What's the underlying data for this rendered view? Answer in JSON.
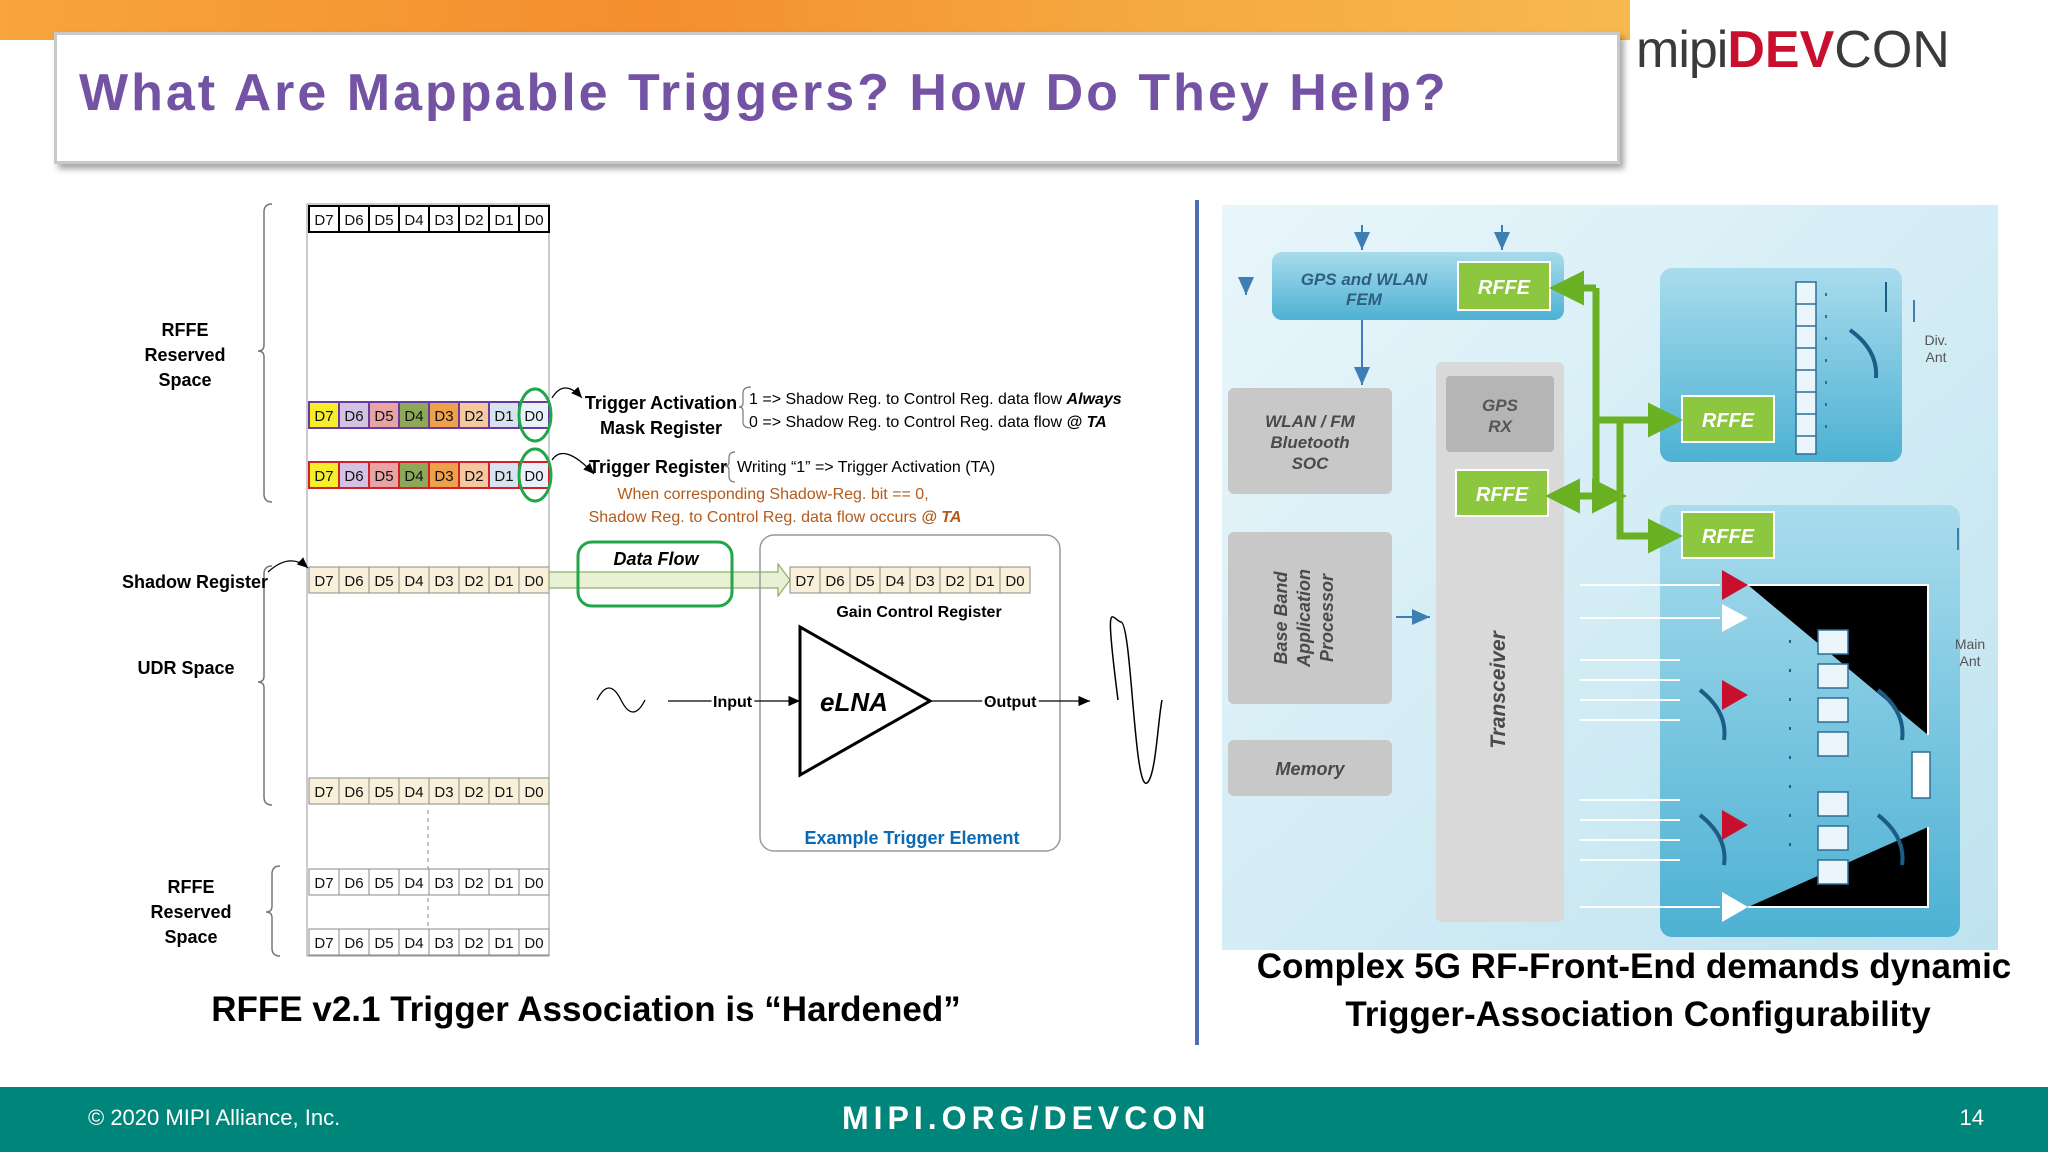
{
  "header": {
    "title": "What Are Mappable Triggers?  How Do They Help?",
    "logo_prefix": "mipi",
    "logo_brand": "DEV",
    "logo_suffix": "CON"
  },
  "left": {
    "bits": [
      "D7",
      "D6",
      "D5",
      "D4",
      "D3",
      "D2",
      "D1",
      "D0"
    ],
    "label_reserved_top": [
      "RFFE",
      "Reserved",
      "Space"
    ],
    "label_shadow": "Shadow Register",
    "label_udr": "UDR Space",
    "label_reserved_bottom": [
      "RFFE",
      "Reserved",
      "Space"
    ],
    "mask_label": [
      "Trigger Activation",
      "Mask Register"
    ],
    "mask_desc_1": "1 => Shadow Reg.  to Control Reg. data flow",
    "mask_desc_1_em": "Always",
    "mask_desc_2": "0 => Shadow Reg.  to Control Reg. data flow ",
    "mask_desc_2_em": "@ TA",
    "trigger_label": "Trigger Register",
    "trigger_desc": "Writing  “1” => Trigger Activation (TA)",
    "note_1": "When corresponding Shadow-Reg. bit == 0,",
    "note_2": "Shadow Reg.  to Control Reg. data flow occurs ",
    "note_2_em": "@ TA",
    "data_flow": "Data Flow",
    "gain_label": "Gain Control Register",
    "amp_label": "eLNA",
    "input_label": "Input",
    "output_label": "Output",
    "example_label": "Example Trigger Element",
    "caption": "RFFE v2.1 Trigger Association is “Hardened”"
  },
  "right": {
    "blocks": {
      "gps_wlan_fem": [
        "GPS and WLAN",
        "FEM"
      ],
      "rffe": "RFFE",
      "wlan": [
        "WLAN / FM",
        "Bluetooth",
        "SOC"
      ],
      "gps_rx": [
        "GPS",
        "RX"
      ],
      "baseband": [
        "Base Band",
        "Application",
        "Processor"
      ],
      "memory": "Memory",
      "transceiver": "Transceiver",
      "div_ant": [
        "Div.",
        "Ant"
      ],
      "main_ant": [
        "Main",
        "Ant"
      ]
    },
    "caption_1": "Complex 5G RF-Front-End demands dynamic",
    "caption_2": "Trigger-Association Configurability"
  },
  "footer": {
    "copyright": "© 2020 MIPI Alliance, Inc.",
    "url": "MIPI.ORG/DEVCON",
    "page": "14"
  },
  "colors": {
    "title": "#7452a4",
    "footer": "#00857a",
    "rffe_green": "#8dc63f",
    "block_gray": "#c8c8c8",
    "arrow_green": "#6ab023",
    "divider": "#4f6fb5"
  }
}
